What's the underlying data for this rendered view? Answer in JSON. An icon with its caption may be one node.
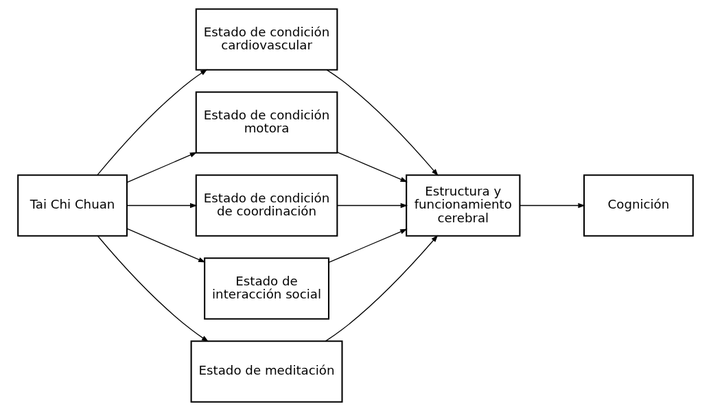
{
  "diagram": {
    "nodes": [
      {
        "text": [
          "Tai Chi Chuan"
        ]
      },
      {
        "text": [
          "Estado de condición cardiovascular"
        ]
      },
      {
        "text": [
          "Estado de condición motora"
        ]
      },
      {
        "text": [
          "Estado de condición de coordinación"
        ]
      },
      {
        "text": [
          "Estado de interacción social"
        ]
      },
      {
        "text": [
          "Estado de meditación"
        ]
      },
      {
        "text": [
          "Estructura y funcionamiento cerebral"
        ]
      },
      {
        "text": [
          "Cognición"
        ]
      }
    ],
    "edges": [
      {
        "from": 0,
        "to": 1,
        "arrow": "to"
      },
      {
        "from": 0,
        "to": 2,
        "arrow": "to"
      },
      {
        "from": 0,
        "to": 3,
        "arrow": "to"
      },
      {
        "from": 0,
        "to": 4,
        "arrow": "to"
      },
      {
        "from": 0,
        "to": 5,
        "arrow": "to"
      },
      {
        "from": 1,
        "to": 6,
        "arrow": "to"
      },
      {
        "from": 2,
        "to": 6,
        "arrow": "to"
      },
      {
        "from": 3,
        "to": 6,
        "arrow": "to"
      },
      {
        "from": 4,
        "to": 6,
        "arrow": "to"
      },
      {
        "from": 5,
        "to": 6,
        "arrow": "to"
      },
      {
        "from": 6,
        "to": 7,
        "arrow": "to"
      }
    ]
  }
}
